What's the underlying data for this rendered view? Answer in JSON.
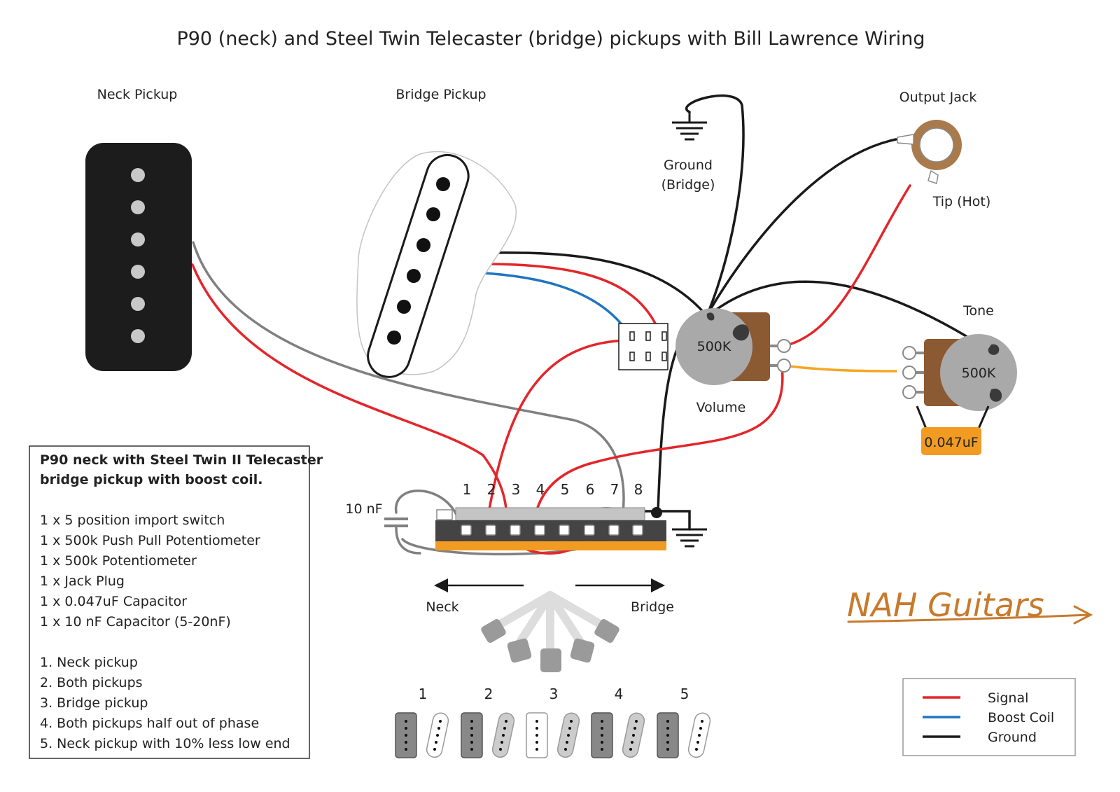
{
  "title": "P90 (neck) and Steel Twin Telecaster (bridge) pickups with Bill Lawrence Wiring",
  "labels": {
    "neck_pickup": "Neck Pickup",
    "bridge_pickup": "Bridge Pickup",
    "ground_bridge_line1": "Ground",
    "ground_bridge_line2": "(Bridge)",
    "output_jack": "Output Jack",
    "tip_hot": "Tip (Hot)",
    "tone": "Tone",
    "volume": "Volume",
    "volume_pot_value": "500K",
    "tone_pot_value": "500K",
    "tone_cap": "0.047uF",
    "switch_cap": "10 nF",
    "neck_arrow": "Neck",
    "bridge_arrow": "Bridge"
  },
  "switch_lug_numbers": [
    "1",
    "2",
    "3",
    "4",
    "5",
    "6",
    "7",
    "8"
  ],
  "switch_positions": [
    "1",
    "2",
    "3",
    "4",
    "5"
  ],
  "parts_box": {
    "heading_line1": "P90 neck with Steel Twin II Telecaster",
    "heading_line2": "bridge pickup with boost coil.",
    "parts": [
      "1 x 5 position import switch",
      "1 x 500k Push Pull Potentiometer",
      "1 x 500k Potentiometer",
      "1 x  Jack Plug",
      "1 x 0.047uF Capacitor",
      "1 x 10 nF Capacitor (5-20nF)"
    ],
    "positions": [
      "1. Neck pickup",
      "2. Both pickups",
      "3. Bridge pickup",
      "4. Both pickups half out of phase",
      "5. Neck pickup with 10% less low end"
    ]
  },
  "legend": [
    {
      "label": "Signal",
      "color": "#e3262b"
    },
    {
      "label": "Boost Coil",
      "color": "#1f74c1"
    },
    {
      "label": "Ground",
      "color": "#1a1a1a"
    }
  ],
  "brand": "NAH Guitars",
  "colors": {
    "signal": "#e3262b",
    "boost": "#1f74c1",
    "ground": "#1a1a1a",
    "neck_ground_wire": "#808080",
    "pot_body": "#8b5a32",
    "capacitor": "#f29b22",
    "tone_wire": "#f5a623",
    "brand": "#c87a2c"
  }
}
